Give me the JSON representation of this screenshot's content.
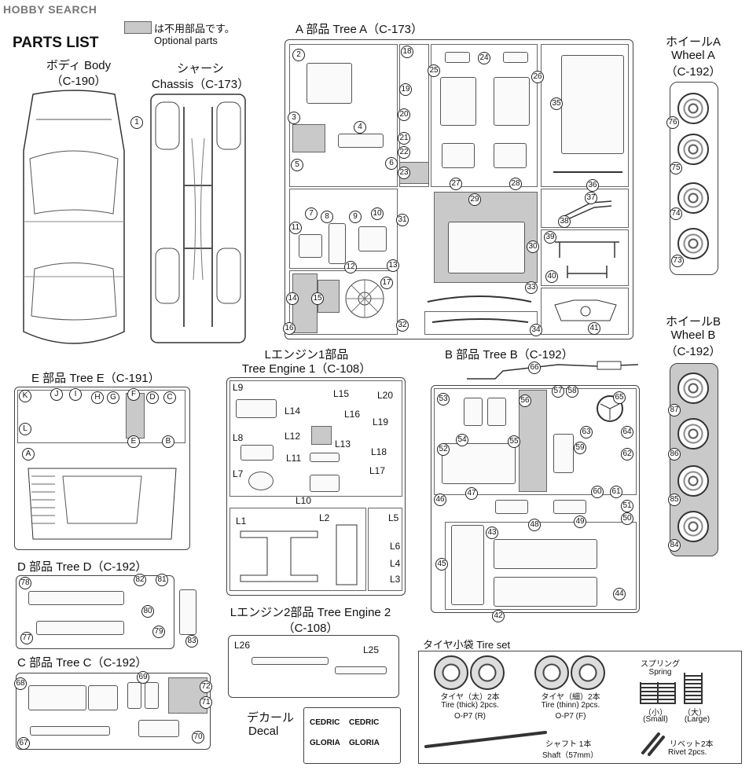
{
  "watermark": {
    "logo_text": "HOBBY SEARCH"
  },
  "title": "PARTS LIST",
  "legend": {
    "jp": "は不用部品です。",
    "en": "Optional parts"
  },
  "body": {
    "jp": "ボディ Body",
    "code": "（C-190）",
    "num": "1"
  },
  "chassis": {
    "jp": "シャーシ",
    "en": "Chassis（C-173）"
  },
  "treeA": {
    "title": "A 部品 Tree A（C-173）",
    "nums": [
      "2",
      "3",
      "4",
      "5",
      "6",
      "7",
      "8",
      "9",
      "10",
      "11",
      "12",
      "13",
      "14",
      "15",
      "16",
      "17",
      "18",
      "19",
      "20",
      "21",
      "22",
      "23",
      "24",
      "25",
      "26",
      "27",
      "28",
      "29",
      "30",
      "31",
      "32",
      "33",
      "34",
      "35",
      "36",
      "37",
      "38",
      "39",
      "40",
      "41"
    ]
  },
  "wheelA": {
    "jp": "ホイールA",
    "en": "Wheel A",
    "code": "（C-192）",
    "nums": [
      "76",
      "75",
      "74",
      "73"
    ]
  },
  "wheelB": {
    "jp": "ホイールB",
    "en": "Wheel B",
    "code": "（C-192）",
    "nums": [
      "87",
      "86",
      "85",
      "84"
    ]
  },
  "treeE": {
    "title": "E 部品 Tree E（C-191）",
    "labels": [
      "K",
      "J",
      "I",
      "H",
      "G",
      "F",
      "D",
      "C",
      "L",
      "E",
      "B",
      "A"
    ]
  },
  "engine1": {
    "jp": "Lエンジン1部品",
    "en": "Tree Engine 1（C-108）",
    "labels": [
      "L9",
      "L15",
      "L20",
      "L14",
      "L16",
      "L19",
      "L8",
      "L12",
      "L13",
      "L18",
      "L11",
      "L7",
      "L17",
      "L10",
      "L1",
      "L2",
      "L5",
      "L6",
      "L4",
      "L3"
    ]
  },
  "treeB": {
    "title": "B 部品 Tree B（C-192）",
    "nums": [
      "66",
      "57",
      "58",
      "53",
      "56",
      "65",
      "63",
      "64",
      "54",
      "55",
      "59",
      "52",
      "62",
      "47",
      "60",
      "61",
      "46",
      "51",
      "50",
      "48",
      "49",
      "43",
      "45",
      "44",
      "42"
    ]
  },
  "treeD": {
    "title": "D 部品 Tree D（C-192）",
    "nums": [
      "78",
      "82",
      "81",
      "80",
      "79",
      "77",
      "83"
    ]
  },
  "engine2": {
    "jp": "Lエンジン2部品",
    "en": "Tree Engine 2",
    "code": "（C-108）",
    "labels": [
      "L26",
      "L25"
    ]
  },
  "treeC": {
    "title": "C 部品 Tree C（C-192）",
    "nums": [
      "68",
      "69",
      "72",
      "71",
      "67",
      "70"
    ]
  },
  "decal": {
    "jp": "デカール",
    "en": "Decal",
    "items": [
      "CEDRIC",
      "CEDRIC",
      "GLORIA",
      "GLORIA"
    ]
  },
  "tireset": {
    "title": "タイヤ小袋 Tire set",
    "thick": [
      "タイヤ（太）2本",
      "Tire (thick) 2pcs.",
      "O-P7 (R)"
    ],
    "thin": [
      "タイヤ（細）2本",
      "Tire (thinn) 2pcs.",
      "O-P7 (F)"
    ],
    "spring": [
      "スプリング",
      "Spring"
    ],
    "small": [
      "（小）",
      "(Small)"
    ],
    "large": [
      "（大）",
      "(Large)"
    ],
    "shaft": [
      "シャフト 1本",
      "Shaft（57mm）"
    ],
    "rivet": [
      "リベット2本",
      "Rivet 2pcs."
    ]
  }
}
